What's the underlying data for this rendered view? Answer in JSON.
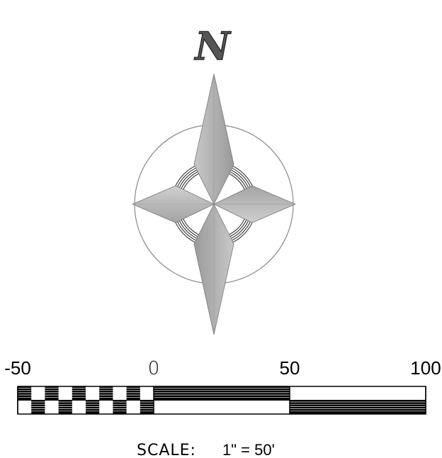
{
  "north_arrow": {
    "letter": "N"
  },
  "scale_bar": {
    "tick_labels": [
      "-50",
      "0",
      "50",
      "100"
    ],
    "caption_prefix": "SCALE:",
    "caption_value": "1\" = 50'"
  },
  "colors": {
    "star_light": "#d2d2d2",
    "star_dark": "#8a8a8a",
    "ring": "#888888",
    "bar_fill": "#000000"
  }
}
